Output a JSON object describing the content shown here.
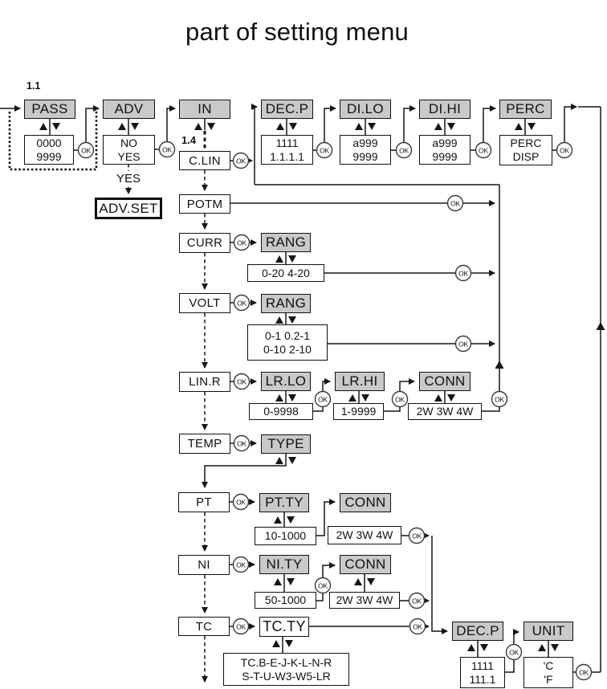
{
  "title": "part of setting menu",
  "labels": {
    "ok": "OK",
    "yes_branch": "YES",
    "ref_pass": "1.1",
    "ref_clin": "1.4"
  },
  "menu": {
    "pass": {
      "label": "PASS",
      "values": [
        "0000",
        "9999"
      ]
    },
    "adv": {
      "label": "ADV",
      "values": [
        "NO",
        "YES"
      ]
    },
    "adv_set": {
      "label": "ADV.SET"
    },
    "in": {
      "label": "IN"
    },
    "c_lin": {
      "label": "C.LIN"
    },
    "dec_p": {
      "label": "DEC.P",
      "values": [
        "1111",
        "1.1.1.1"
      ]
    },
    "di_lo": {
      "label": "DI.LO",
      "values": [
        "a999",
        "9999"
      ]
    },
    "di_hi": {
      "label": "DI.HI",
      "values": [
        "a999",
        "9999"
      ]
    },
    "perc": {
      "label": "PERC",
      "values": [
        "PERC",
        "DISP"
      ]
    },
    "potm": {
      "label": "POTM"
    },
    "curr": {
      "label": "CURR"
    },
    "curr_rang": {
      "label": "RANG",
      "values": [
        "0-20 4-20"
      ]
    },
    "volt": {
      "label": "VOLT"
    },
    "volt_rang": {
      "label": "RANG",
      "values": [
        "0-1 0.2-1",
        "0-10 2-10"
      ]
    },
    "lin_r": {
      "label": "LIN.R"
    },
    "lr_lo": {
      "label": "LR.LO",
      "values": [
        "0-9998"
      ]
    },
    "lr_hi": {
      "label": "LR.HI",
      "values": [
        "1-9999"
      ]
    },
    "conn_lin": {
      "label": "CONN",
      "values": [
        "2W 3W 4W"
      ]
    },
    "temp": {
      "label": "TEMP"
    },
    "type": {
      "label": "TYPE"
    },
    "pt": {
      "label": "PT"
    },
    "pt_ty": {
      "label": "PT.TY",
      "values": [
        "10-1000"
      ]
    },
    "conn_pt": {
      "label": "CONN",
      "values": [
        "2W 3W 4W"
      ]
    },
    "ni": {
      "label": "NI"
    },
    "ni_ty": {
      "label": "NI.TY",
      "values": [
        "50-1000"
      ]
    },
    "conn_ni": {
      "label": "CONN",
      "values": [
        "2W 3W 4W"
      ]
    },
    "tc": {
      "label": "TC"
    },
    "tc_ty": {
      "label": "TC.TY",
      "values": [
        "TC.B-E-J-K-L-N-R",
        "S-T-U-W3-W5-LR"
      ]
    },
    "dec_p2": {
      "label": "DEC.P",
      "values": [
        "1111",
        "111.1"
      ]
    },
    "unit": {
      "label": "UNIT",
      "values": [
        "'C",
        "'F"
      ]
    }
  }
}
